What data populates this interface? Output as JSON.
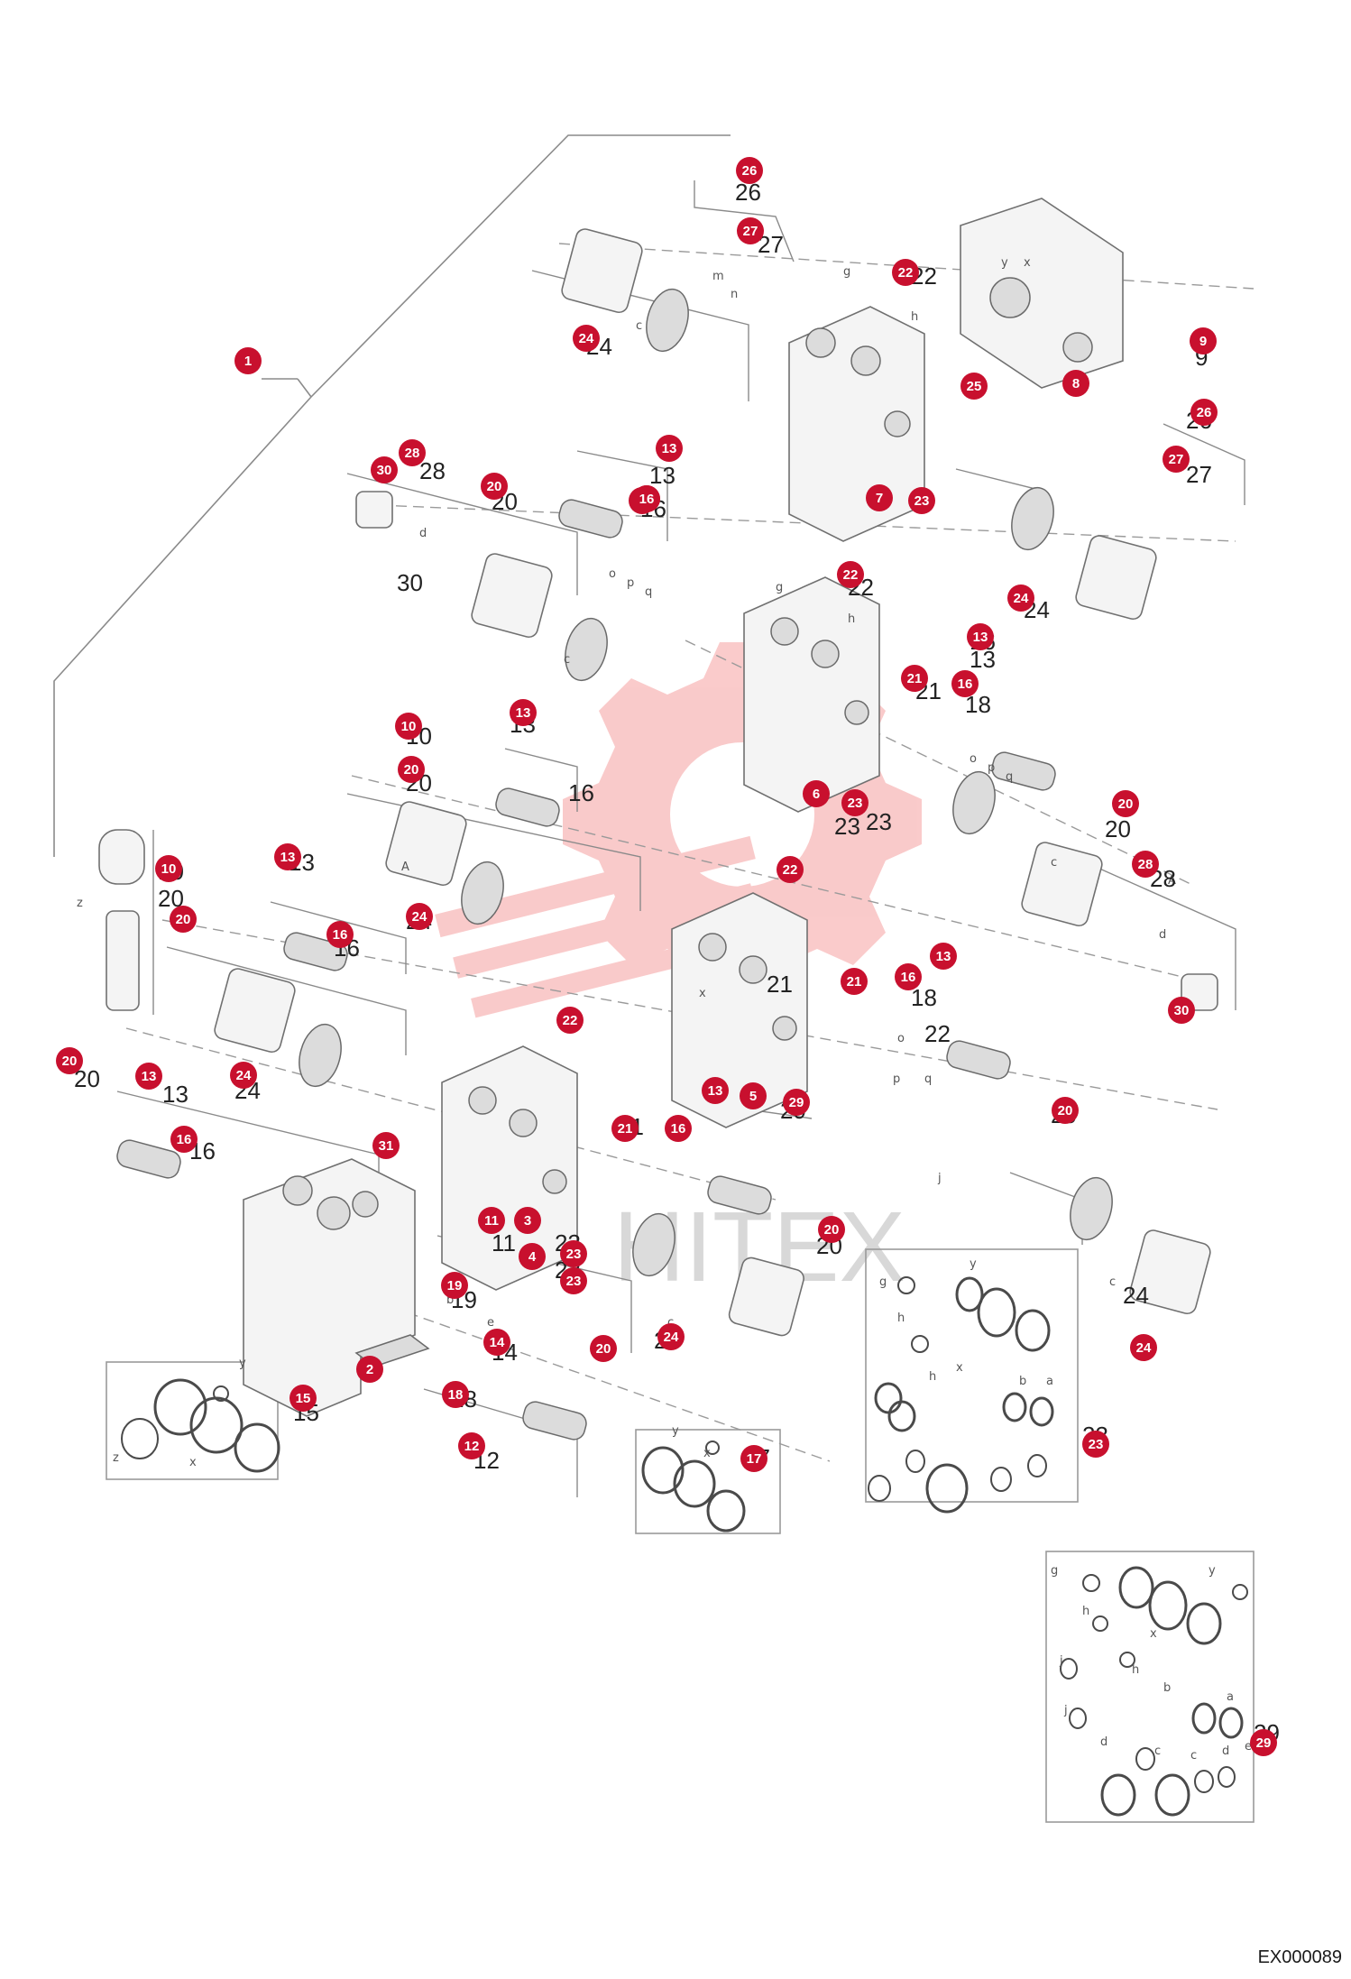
{
  "diagram_code": "EX000089",
  "watermark_text": "HITEX",
  "colors": {
    "badge": "#c8102e",
    "badge_text": "#ffffff",
    "watermark": "#f06a6a",
    "line": "#8a8a8a"
  },
  "callouts": [
    "1",
    "2",
    "3",
    "4",
    "5",
    "6",
    "7",
    "8",
    "9",
    "10",
    "11",
    "12",
    "13",
    "14",
    "15",
    "16",
    "17",
    "18",
    "19",
    "20",
    "21",
    "22",
    "23",
    "24",
    "25",
    "26",
    "27",
    "28",
    "29",
    "30",
    "31"
  ],
  "plain_labels": [
    "26",
    "27",
    "22",
    "24",
    "9",
    "28",
    "20",
    "13",
    "16",
    "30",
    "22",
    "21",
    "18",
    "23",
    "24",
    "26",
    "27",
    "16",
    "13",
    "10",
    "20",
    "23",
    "20",
    "28",
    "16",
    "13",
    "24",
    "10",
    "20",
    "13",
    "16",
    "24",
    "21",
    "18",
    "22",
    "29",
    "20",
    "20",
    "13",
    "16",
    "11",
    "23",
    "23",
    "24",
    "20",
    "19",
    "14",
    "18",
    "12",
    "15",
    "17",
    "23",
    "24",
    "29",
    "21"
  ],
  "small_letters": [
    "y",
    "x",
    "z",
    "g",
    "h",
    "c",
    "d",
    "m",
    "n",
    "o",
    "p",
    "q",
    "b",
    "e",
    "j",
    "A"
  ]
}
